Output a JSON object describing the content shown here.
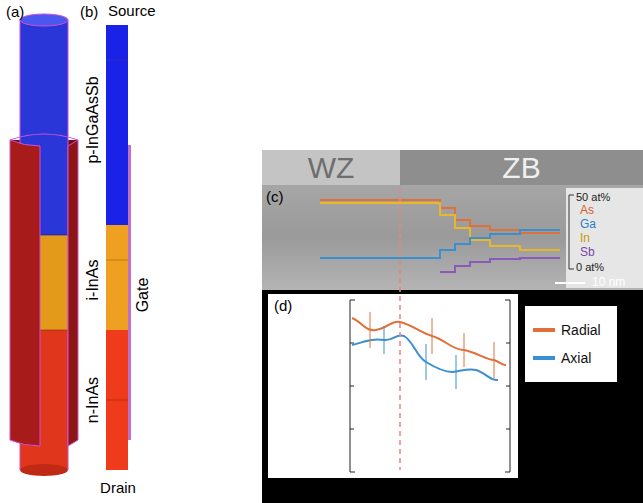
{
  "diagram": {
    "nodes": [
      {
        "text": [
          "WZ"
        ]
      },
      {
        "text": [
          "ZB"
        ]
      }
    ],
    "labels": [
      "(a)",
      "(b)",
      "Source",
      "p-InGaAsSb",
      "i-InAs",
      "n-InAs",
      "Gate",
      "Drain",
      "(c)",
      "50 at%",
      "As",
      "Ga",
      "In",
      "Sb",
      "0 at%",
      "10 nm",
      "(d)"
    ],
    "legend": [
      {
        "text": "Radial"
      },
      {
        "text": "Axial"
      }
    ]
  }
}
